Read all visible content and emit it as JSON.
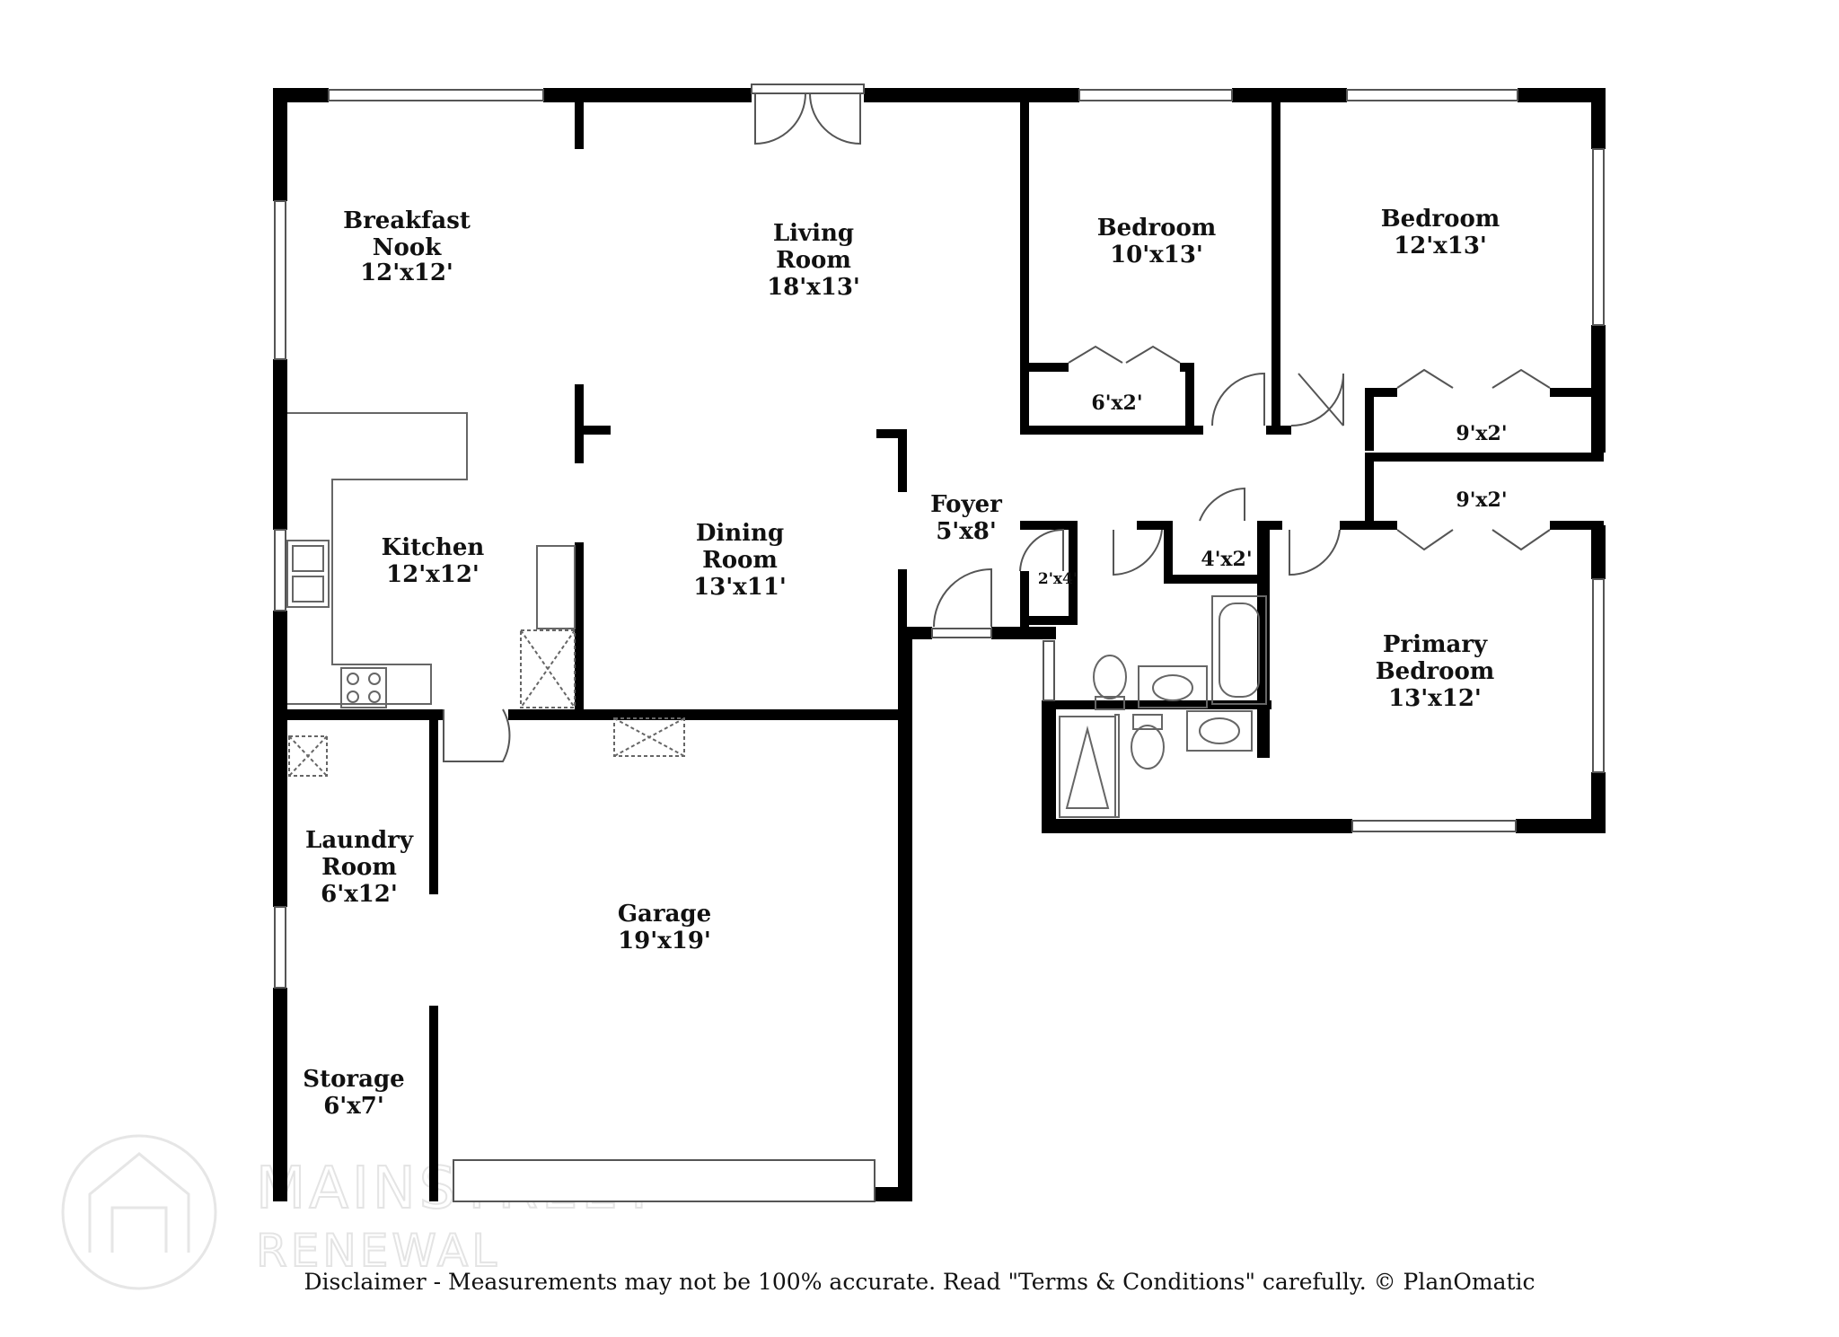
{
  "rooms": {
    "breakfast_nook": {
      "name_1": "Breakfast",
      "name_2": "Nook",
      "size": "12'x12'"
    },
    "living_room": {
      "name_1": "Living",
      "name_2": "Room",
      "size": "18'x13'"
    },
    "bedroom_1": {
      "name": "Bedroom",
      "size": "10'x13'"
    },
    "bedroom_2": {
      "name": "Bedroom",
      "size": "12'x13'"
    },
    "closet_bedroom_1": {
      "size": "6'x2'"
    },
    "closet_bedroom_2": {
      "size": "9'x2'"
    },
    "closet_primary": {
      "size": "9'x2'"
    },
    "kitchen": {
      "name": "Kitchen",
      "size": "12'x12'"
    },
    "dining_room": {
      "name_1": "Dining",
      "name_2": "Room",
      "size": "13'x11'"
    },
    "foyer": {
      "name": "Foyer",
      "size": "5'x8'"
    },
    "coat_closet": {
      "size": "2'x4'"
    },
    "linen_closet": {
      "size": "4'x2'"
    },
    "primary_bedroom": {
      "name_1": "Primary",
      "name_2": "Bedroom",
      "size": "13'x12'"
    },
    "laundry_room": {
      "name_1": "Laundry",
      "name_2": "Room",
      "size": "6'x12'"
    },
    "garage": {
      "name": "Garage",
      "size": "19'x19'"
    },
    "storage": {
      "name": "Storage",
      "size": "6'x7'"
    }
  },
  "watermark": {
    "line_1": "MAINSTREET",
    "line_2": "RENEWAL"
  },
  "disclaimer": "Disclaimer - Measurements may not be 100% accurate. Read \"Terms & Conditions\" carefully. © PlanOmatic"
}
